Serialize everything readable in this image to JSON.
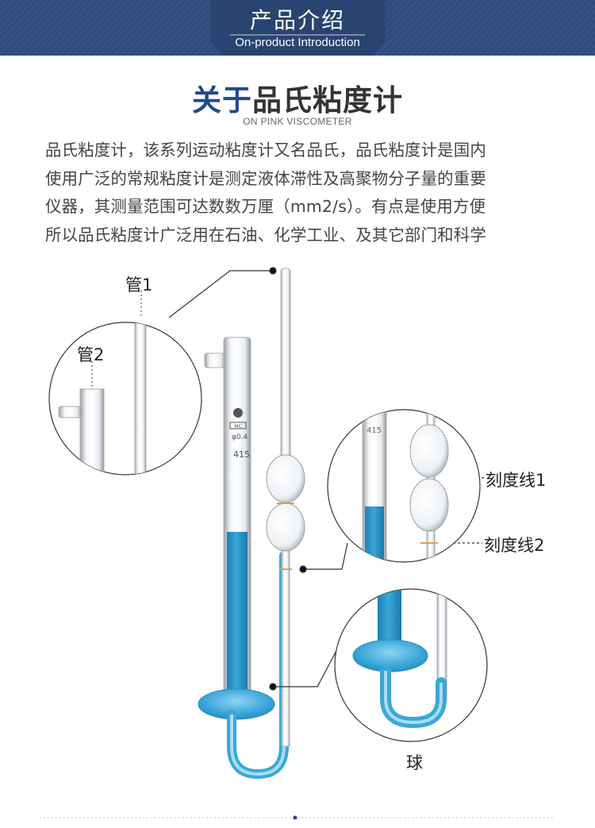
{
  "banner": {
    "title": "产品介绍",
    "subtitle": "On-product Introduction"
  },
  "heading": {
    "accent": "关于",
    "rest": "品氏粘度计",
    "subtitle": "ON PINK VISCOMETER"
  },
  "intro": {
    "lines": [
      "品氏粘度计，该系列运动粘度计又名品氏，品氏粘度计是国内",
      "使用广泛的常规粘度计是测定液体滞性及高聚物分子量的重要",
      "仪器，其测量范围可达数数万厘（mm2/s）。有点是使用方便",
      "所以品氏粘度计广泛用在石油、化学工业、及其它部门和科学"
    ]
  },
  "figure": {
    "labels": {
      "tube1": "管1",
      "tube2": "管2",
      "mark1": "刻度线1",
      "mark2": "刻度线2",
      "bulb": "球"
    },
    "glass_marks": {
      "capacity": "415",
      "diameter": "φ0.4",
      "brand": "MC"
    },
    "colors": {
      "liquid": "#3aa7d8",
      "banner": "#2d4a7a"
    }
  }
}
